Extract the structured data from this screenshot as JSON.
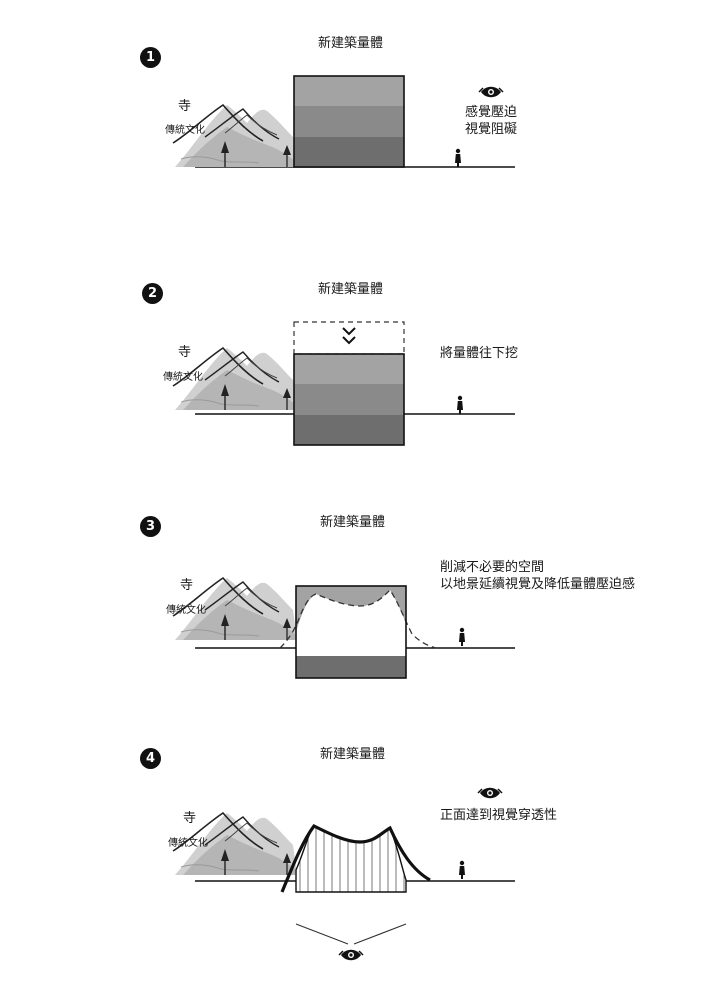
{
  "colors": {
    "ink": "#111111",
    "band_light": "#a3a3a3",
    "band_mid": "#8a8a8a",
    "band_dark": "#6e6e6e",
    "mountain": "#c9c9c9"
  },
  "icons": [
    "eye-icon",
    "double-chevron-down-icon",
    "person-figure-icon",
    "tree-icon"
  ],
  "panels": [
    {
      "number": "1",
      "title": "新建築量體",
      "temple": "寺",
      "culture": "傳統文化",
      "note_lines": [
        "感覺壓迫",
        "視覺阻礙"
      ]
    },
    {
      "number": "2",
      "title": "新建築量體",
      "temple": "寺",
      "culture": "傳統文化",
      "note_lines": [
        "將量體往下挖"
      ]
    },
    {
      "number": "3",
      "title": "新建築量體",
      "temple": "寺",
      "culture": "傳統文化",
      "note_lines": [
        "削減不必要的空間",
        "以地景延續視覺及降低量體壓迫感"
      ]
    },
    {
      "number": "4",
      "title": "新建築量體",
      "temple": "寺",
      "culture": "傳統文化",
      "note_lines": [
        "正面達到視覺穿透性"
      ]
    }
  ]
}
